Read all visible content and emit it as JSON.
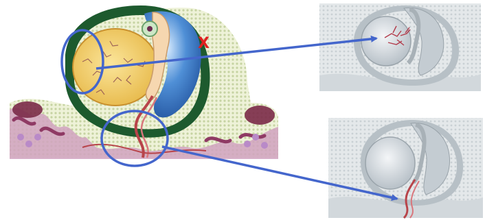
{
  "figure": {
    "marker_text": "X",
    "colors": {
      "annotation_blue": "#4466cc",
      "marker_red": "#e02020",
      "chorion_green": "#1d5a2e",
      "yolk_yellow": "#f2cf6a",
      "amnion_blue": "#2f6fc2",
      "vessel_red": "#b8444a",
      "tissue_pink": "#a84a74",
      "tissue_light": "#e2e8c6"
    },
    "panels": [
      {
        "view": "main-colored"
      },
      {
        "view": "grayscale-upper"
      },
      {
        "view": "grayscale-lower"
      }
    ]
  }
}
